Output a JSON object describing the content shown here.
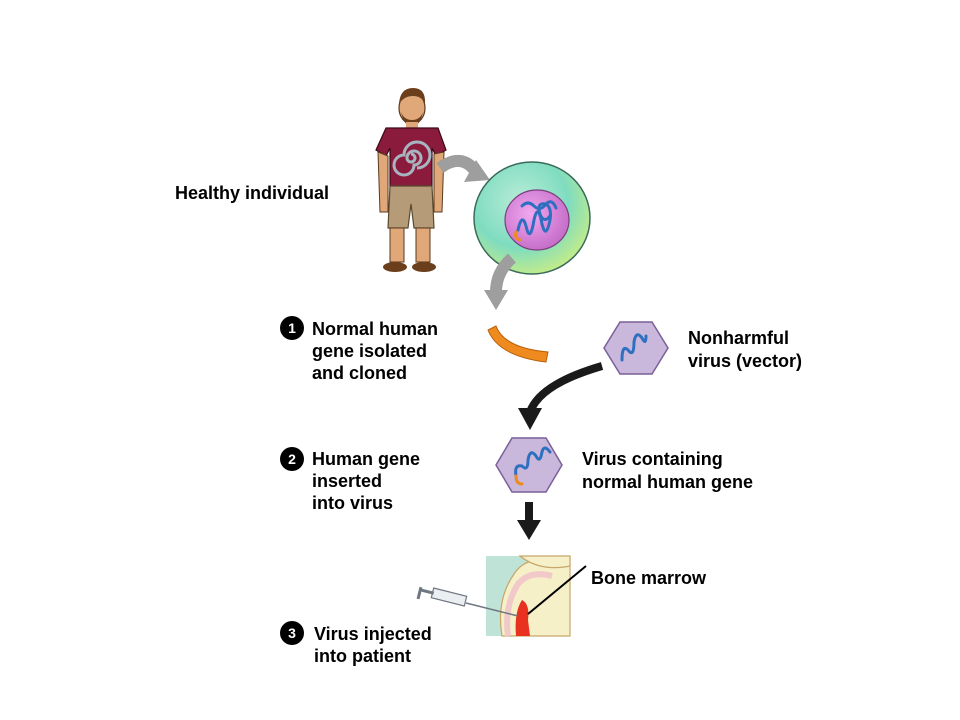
{
  "labels": {
    "healthy": "Healthy individual",
    "vector": [
      "Nonharmful",
      "virus (vector)"
    ],
    "virus_gene": [
      "Virus containing",
      "normal human gene"
    ],
    "bone_marrow": "Bone marrow"
  },
  "steps": [
    {
      "number": "1",
      "lines": [
        "Normal human",
        "gene isolated",
        "and cloned"
      ]
    },
    {
      "number": "2",
      "lines": [
        "Human gene",
        "inserted",
        "into virus"
      ]
    },
    {
      "number": "3",
      "lines": [
        "Virus injected",
        "into patient"
      ]
    }
  ],
  "colors": {
    "arrow_gray": "#9e9e9e",
    "arrow_black": "#1a1a1a",
    "virus_fill": "#c9b8dc",
    "virus_edge": "#7a5f99",
    "gene_orange": "#ef8a1e",
    "dna_blue": "#2f6fc0",
    "cell_green": "#7fdcc0",
    "nucleus_pink": "#d07fcf",
    "marrow_red": "#e8311f"
  }
}
